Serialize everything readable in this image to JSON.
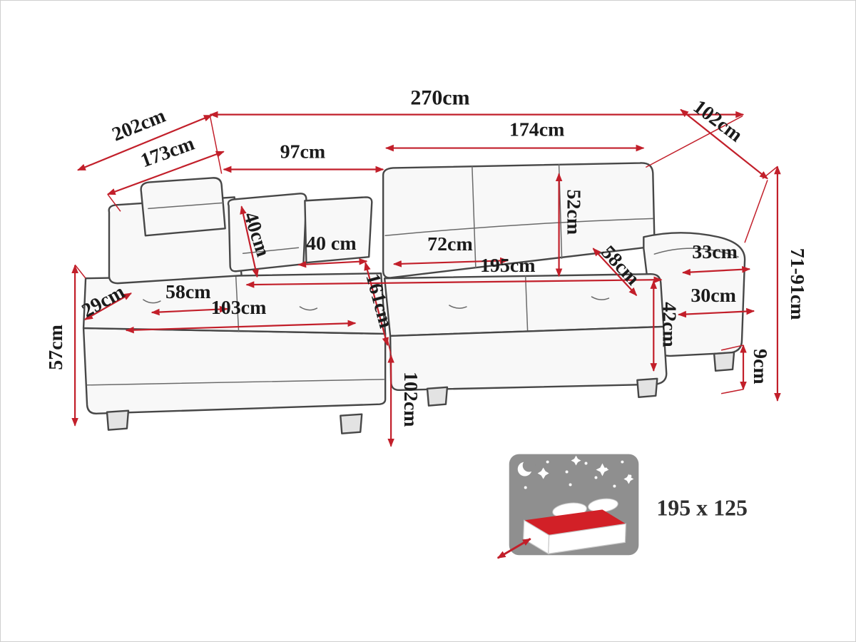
{
  "colors": {
    "dimension_red": "#c21f2a",
    "sofa_outline": "#474747",
    "badge_gray": "#8f8f8f",
    "bed_red": "#d22027"
  },
  "dimensions": {
    "overall_width": "270cm",
    "back_depth_top": "102cm",
    "left_diagonal_outer": "202cm",
    "left_diagonal_inner": "173cm",
    "chaise_back_width": "97cm",
    "backrest_width": "174cm",
    "backrest_height": "52cm",
    "pillow_height": "40cm",
    "pillow_width": "40 cm",
    "seat_depth": "72cm",
    "seat_width": "195cm",
    "seat_diagonal_right": "58cm",
    "armrest_top_width": "33cm",
    "armrest_inner_width": "30cm",
    "seat_height": "42cm",
    "chaise_corner": "29cm",
    "chaise_seat_width": "58cm",
    "chaise_length": "103cm",
    "chaise_depth": "161cm",
    "side_height_left": "57cm",
    "overall_height": "71-91cm",
    "leg_height": "9cm",
    "front_depth_bottom": "102cm"
  },
  "sleeping_area": {
    "size": "195 x 125"
  }
}
